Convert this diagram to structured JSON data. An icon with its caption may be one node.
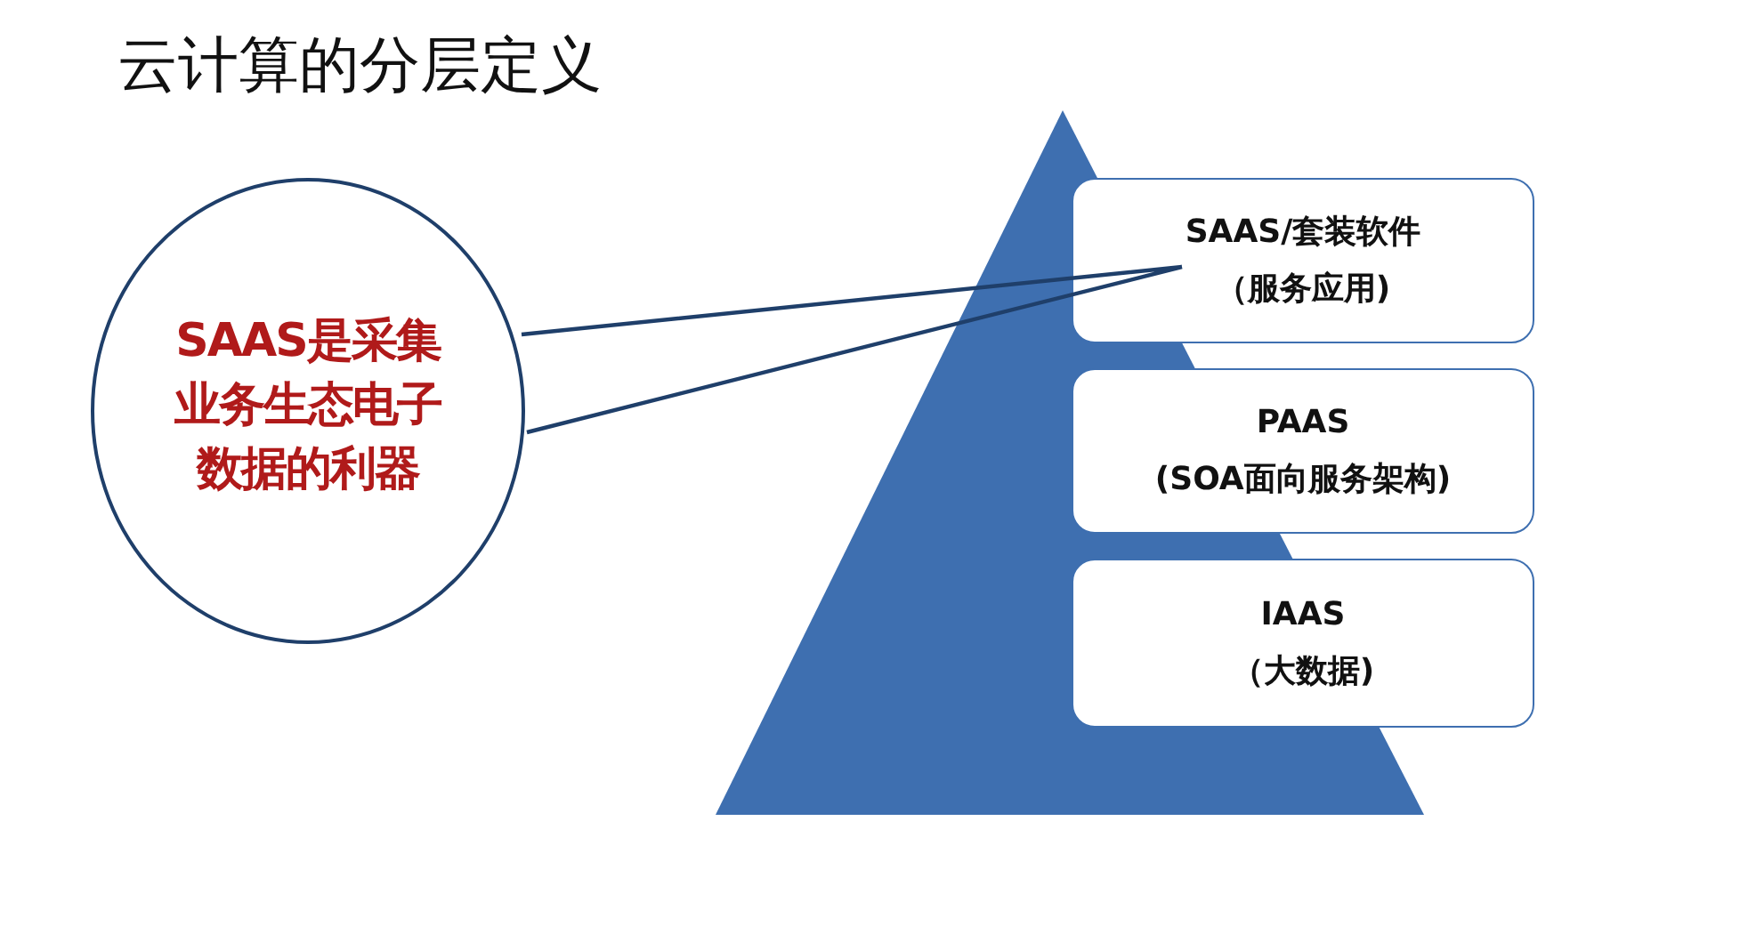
{
  "diagram": {
    "title": "云计算的分层定义",
    "nodes": [
      {
        "text": [
          "SAAS是采集业务生态电子数据的利器"
        ]
      },
      {
        "text": [
          "SAAS/套装软件",
          "（服务应用)"
        ]
      },
      {
        "text": [
          "PAAS",
          "(SOA面向服务架构)"
        ]
      },
      {
        "text": [
          "IAAS",
          "（大数据)"
        ]
      }
    ],
    "edges": [
      {
        "from": 0,
        "to": 1,
        "arrow": "none"
      }
    ]
  }
}
